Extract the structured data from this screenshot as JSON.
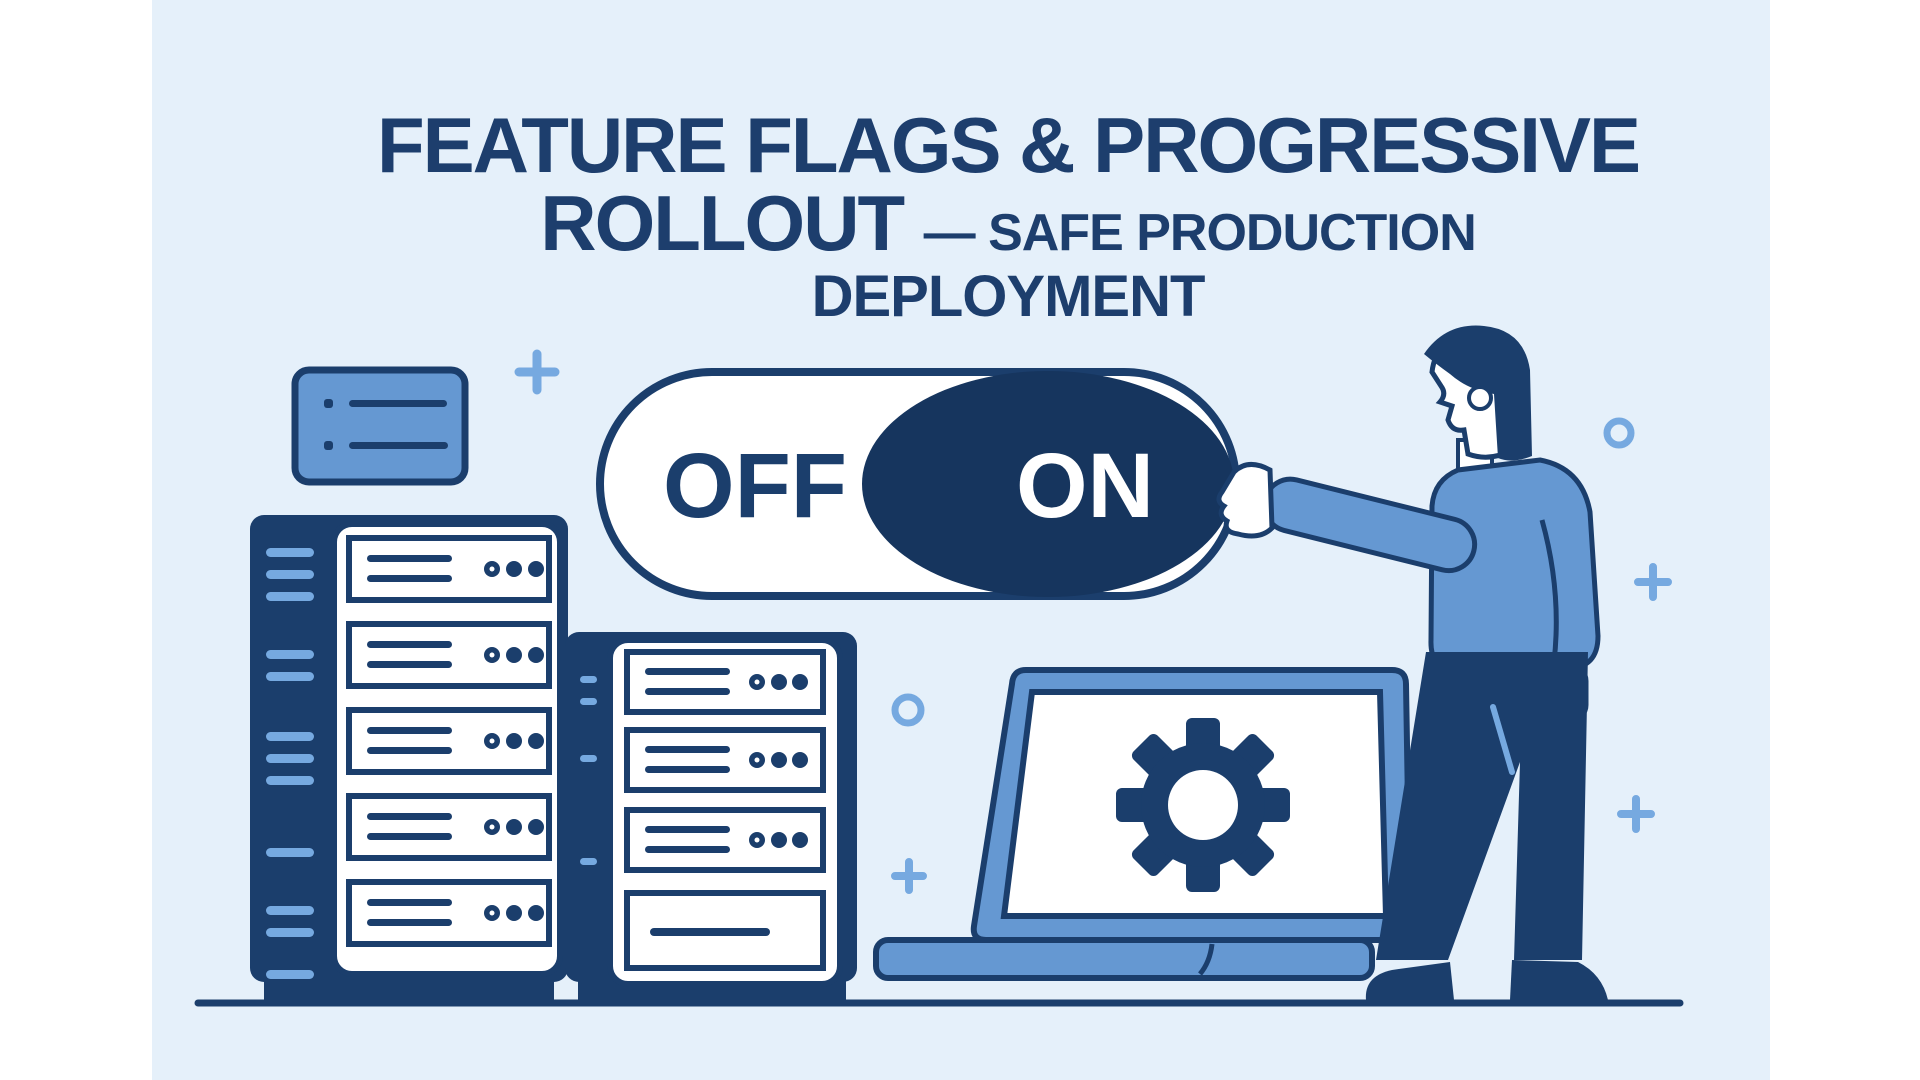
{
  "title": {
    "line1": "FEATURE FLAGS & PROGRESSIVE",
    "line2_strong": "ROLLOUT",
    "line2_rest": "— SAFE PRODUCTION",
    "line3": "DEPLOYMENT"
  },
  "toggle": {
    "off_label": "OFF",
    "on_label": "ON",
    "state": "ON"
  },
  "icons": {
    "gear-icon": "⚙",
    "plus-icon": "+",
    "ring-icon": "○",
    "server-rack-icon": "stacked server units with indicator dots",
    "toggle-switch-icon": "pill switch with round knob"
  },
  "colors": {
    "page": "#ffffff",
    "canvas": "#e5f0fa",
    "navy": "#1b3e6c",
    "navy_deep": "#16355e",
    "mid_blue": "#6598d2",
    "accent": "#76a9e0",
    "white": "#ffffff",
    "title": "#1d3e6d"
  }
}
